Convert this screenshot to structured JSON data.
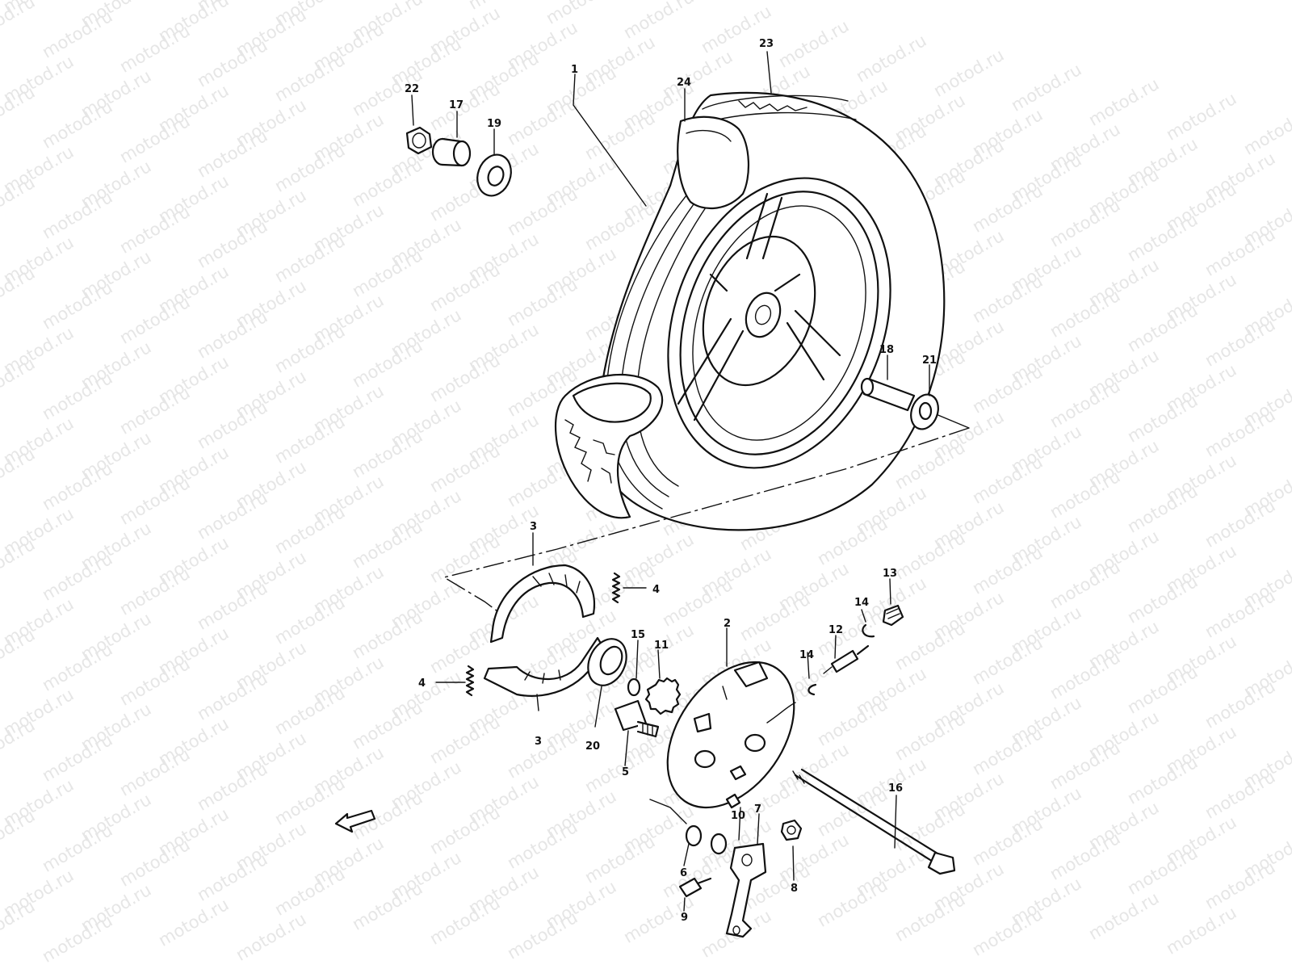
{
  "watermark": {
    "text": "motod.ru"
  },
  "diagram": {
    "parts": [
      {
        "id": "1",
        "label": "1"
      },
      {
        "id": "2",
        "label": "2"
      },
      {
        "id": "3a",
        "label": "3"
      },
      {
        "id": "3b",
        "label": "3"
      },
      {
        "id": "4a",
        "label": "4"
      },
      {
        "id": "4b",
        "label": "4"
      },
      {
        "id": "5",
        "label": "5"
      },
      {
        "id": "6",
        "label": "6"
      },
      {
        "id": "7",
        "label": "7"
      },
      {
        "id": "8",
        "label": "8"
      },
      {
        "id": "9",
        "label": "9"
      },
      {
        "id": "10",
        "label": "10"
      },
      {
        "id": "11",
        "label": "11"
      },
      {
        "id": "12",
        "label": "12"
      },
      {
        "id": "13",
        "label": "13"
      },
      {
        "id": "14a",
        "label": "14"
      },
      {
        "id": "14b",
        "label": "14"
      },
      {
        "id": "15",
        "label": "15"
      },
      {
        "id": "16",
        "label": "16"
      },
      {
        "id": "17",
        "label": "17"
      },
      {
        "id": "18",
        "label": "18"
      },
      {
        "id": "19",
        "label": "19"
      },
      {
        "id": "20",
        "label": "20"
      },
      {
        "id": "21",
        "label": "21"
      },
      {
        "id": "22",
        "label": "22"
      },
      {
        "id": "23",
        "label": "23"
      },
      {
        "id": "24",
        "label": "24"
      }
    ]
  }
}
